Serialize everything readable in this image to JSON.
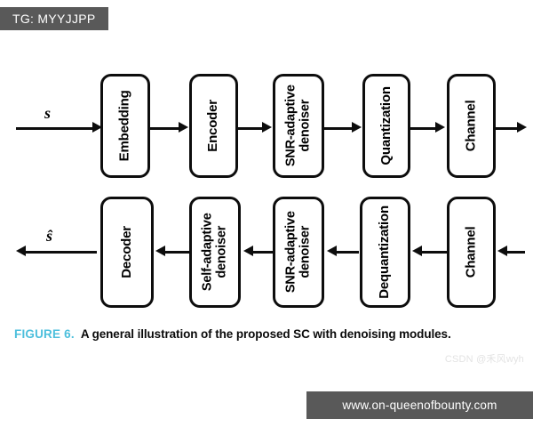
{
  "overlays": {
    "tg_badge": "TG: MYYJJPP",
    "url_banner": "www.on-queenofbounty.com",
    "watermark": "CSDN @禾风wyh"
  },
  "caption": {
    "figure_number": "FIGURE 6.",
    "text": "A general illustration of the proposed SC with denoising modules.",
    "accent_color": "#4dbfdc"
  },
  "diagram": {
    "title": "A general illustration of the proposed SC with denoising modules",
    "input_signal": "s",
    "output_signal": "ŝ",
    "top_row": [
      {
        "label": "Embedding"
      },
      {
        "label": "Encoder"
      },
      {
        "label": "SNR-adaptive denoiser"
      },
      {
        "label": "Quantization"
      },
      {
        "label": "Channel"
      }
    ],
    "bottom_row": [
      {
        "label": "Decoder"
      },
      {
        "label": "Self-adaptive denoiser"
      },
      {
        "label": "SNR-adaptive denoiser"
      },
      {
        "label": "Dequantization"
      },
      {
        "label": "Channel"
      }
    ]
  }
}
